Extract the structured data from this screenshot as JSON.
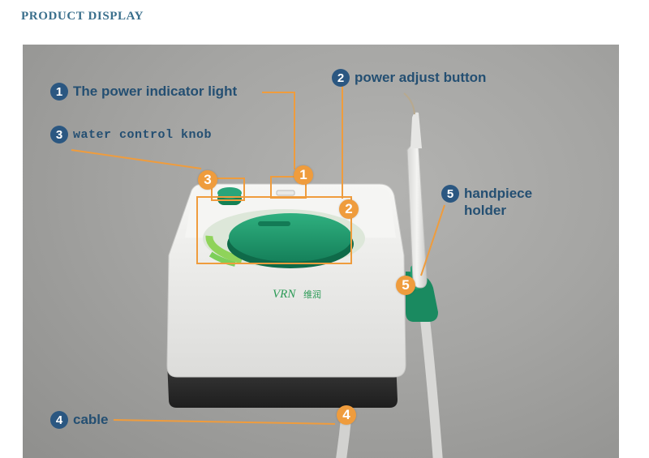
{
  "header": {
    "title": "PRODUCT DISPLAY"
  },
  "callouts": [
    {
      "number": "1",
      "label": "The power indicator light"
    },
    {
      "number": "2",
      "label": "power adjust button"
    },
    {
      "number": "3",
      "label": "water control knob"
    },
    {
      "number": "4",
      "label": "cable"
    },
    {
      "number": "5",
      "label": "handpiece holder",
      "lines": [
        "handpiece",
        "holder"
      ]
    }
  ],
  "device": {
    "brand_logo": "VRN",
    "brand_chinese": "维润"
  },
  "colors": {
    "header_text": "#3a6f8c",
    "badge_fill": "#2b5781",
    "label_text": "#244f72",
    "marker_fill": "#ef9c3d",
    "leader_line": "#ef9c3d",
    "device_green": "#1f9a6e",
    "background_gray": "#a5a5a3"
  }
}
